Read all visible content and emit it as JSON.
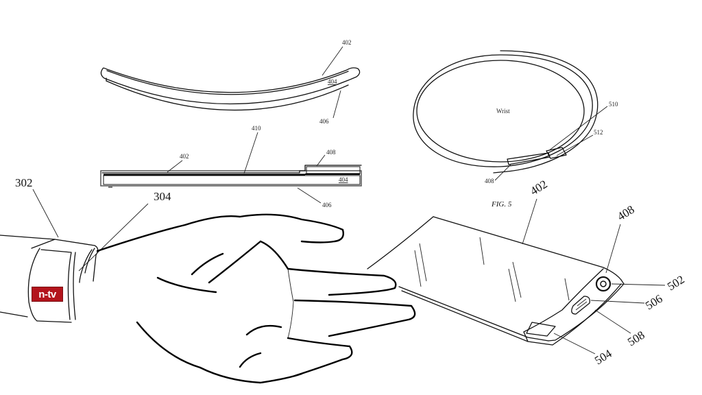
{
  "figure": {
    "caption": "FIG. 5",
    "wrist_label": "Wrist"
  },
  "curved_band": {
    "labels": {
      "a": "402",
      "b": "404",
      "c": "406"
    }
  },
  "cross_section": {
    "labels": {
      "a": "410",
      "b": "402",
      "c": "408",
      "d": "404",
      "e": "406"
    }
  },
  "wrap_view": {
    "labels": {
      "a": "510",
      "b": "512",
      "c": "408"
    }
  },
  "hand_view": {
    "labels": {
      "band": "302",
      "clasp": "304"
    },
    "logo_text": "n-tv",
    "logo_color": "#b3141c"
  },
  "device_view": {
    "labels": {
      "body": "402",
      "module": "408",
      "button": "502",
      "speaker": "506",
      "port": "508",
      "display": "504"
    }
  }
}
